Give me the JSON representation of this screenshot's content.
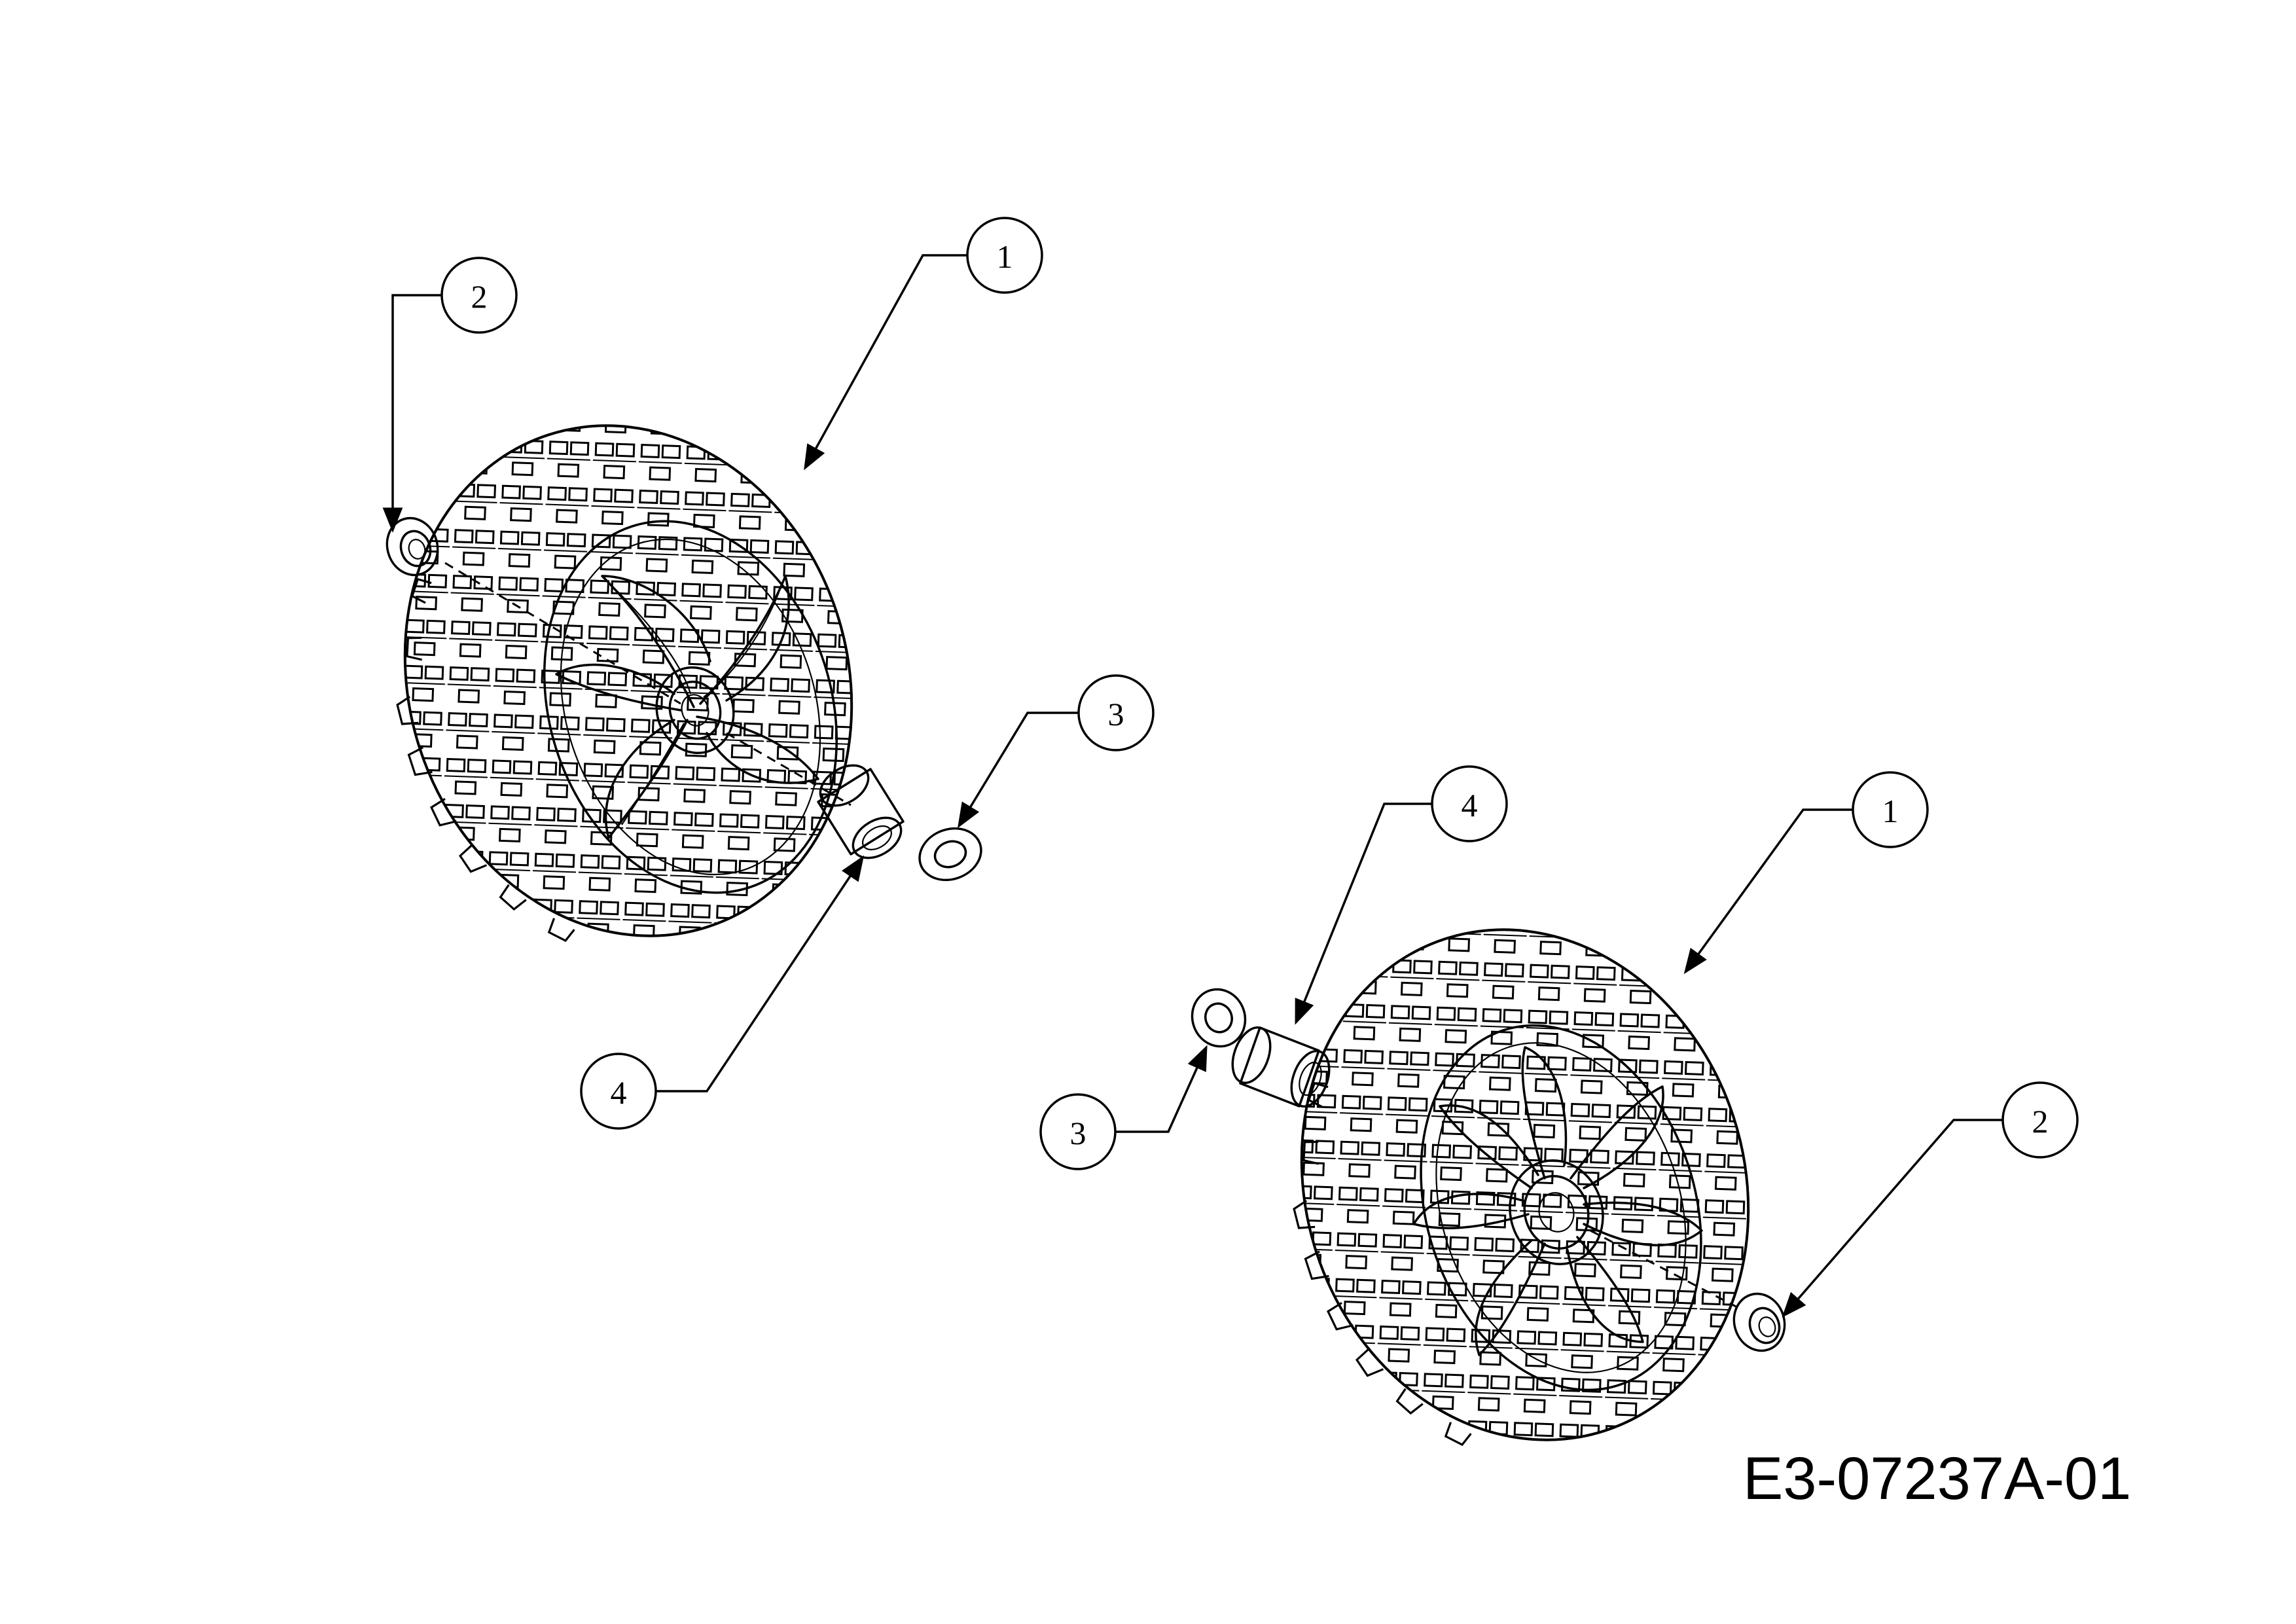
{
  "drawing_code": "E3-07237A-01",
  "callouts": [
    {
      "id": "left-tire",
      "label": "1"
    },
    {
      "id": "left-cap",
      "label": "2"
    },
    {
      "id": "left-washer",
      "label": "3"
    },
    {
      "id": "left-bushing",
      "label": "4"
    },
    {
      "id": "right-bushing",
      "label": "4"
    },
    {
      "id": "right-tire",
      "label": "1"
    },
    {
      "id": "right-washer",
      "label": "3"
    },
    {
      "id": "right-cap",
      "label": "2"
    }
  ]
}
